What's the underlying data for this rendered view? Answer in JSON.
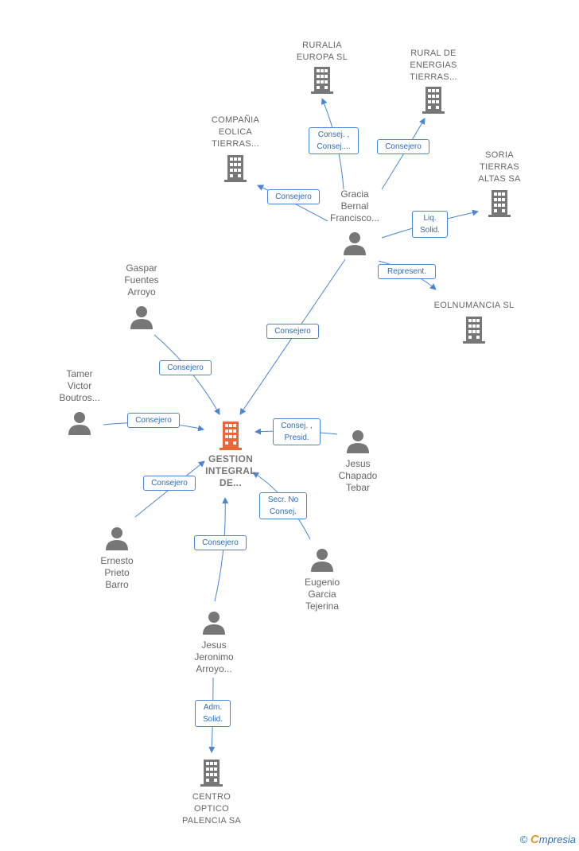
{
  "colors": {
    "edge": "#4a86d2",
    "node_icon": "#777777",
    "main_icon": "#f0643a"
  },
  "nodes": {
    "ruralia": {
      "label": [
        "RURALIA",
        "EUROPA SL"
      ]
    },
    "rural_energias": {
      "label": [
        "RURAL DE",
        "ENERGIAS",
        "TIERRAS..."
      ]
    },
    "compania_eolica": {
      "label": [
        "COMPAÑIA",
        "EOLICA",
        "TIERRAS..."
      ]
    },
    "soria": {
      "label": [
        "SORIA",
        "TIERRAS",
        "ALTAS SA"
      ]
    },
    "gracia": {
      "label": [
        "Gracia",
        "Bernal",
        "Francisco..."
      ]
    },
    "eolnumancia": {
      "label": [
        "EOLNUMANCIA SL"
      ]
    },
    "gaspar": {
      "label": [
        "Gaspar",
        "Fuentes",
        "Arroyo"
      ]
    },
    "tamer": {
      "label": [
        "Tamer",
        "Victor",
        "Boutros..."
      ]
    },
    "gestion": {
      "label": [
        "GESTION",
        "INTEGRAL",
        "DE..."
      ]
    },
    "jesus_chapado": {
      "label": [
        "Jesus",
        "Chapado",
        "Tebar"
      ]
    },
    "ernesto": {
      "label": [
        "Ernesto",
        "Prieto",
        "Barro"
      ]
    },
    "eugenio": {
      "label": [
        "Eugenio",
        "Garcia",
        "Tejerina"
      ]
    },
    "jesus_jeronimo": {
      "label": [
        "Jesus",
        "Jeronimo",
        "Arroyo..."
      ]
    },
    "centro_optico": {
      "label": [
        "CENTRO",
        "OPTICO",
        "PALENCIA SA"
      ]
    }
  },
  "edges": {
    "gracia_ruralia": [
      "Consej. ,",
      "Consej...."
    ],
    "gracia_rural_energias": [
      "Consejero"
    ],
    "gracia_compania": [
      "Consejero"
    ],
    "gracia_soria": [
      "Liq.",
      "Solid."
    ],
    "gracia_eolnumancia": [
      "Represent."
    ],
    "gracia_gestion": [
      "Consejero"
    ],
    "gaspar_gestion": [
      "Consejero"
    ],
    "tamer_gestion": [
      "Consejero"
    ],
    "chapado_gestion": [
      "Consej. ,",
      "Presid."
    ],
    "ernesto_gestion": [
      "Consejero"
    ],
    "eugenio_gestion": [
      "Secr.  No",
      "Consej."
    ],
    "jeronimo_gestion": [
      "Consejero"
    ],
    "jeronimo_centro": [
      "Adm.",
      "Solid."
    ]
  },
  "footer": {
    "copyright": "©",
    "brand_first": "C",
    "brand_rest": "mpresia"
  }
}
